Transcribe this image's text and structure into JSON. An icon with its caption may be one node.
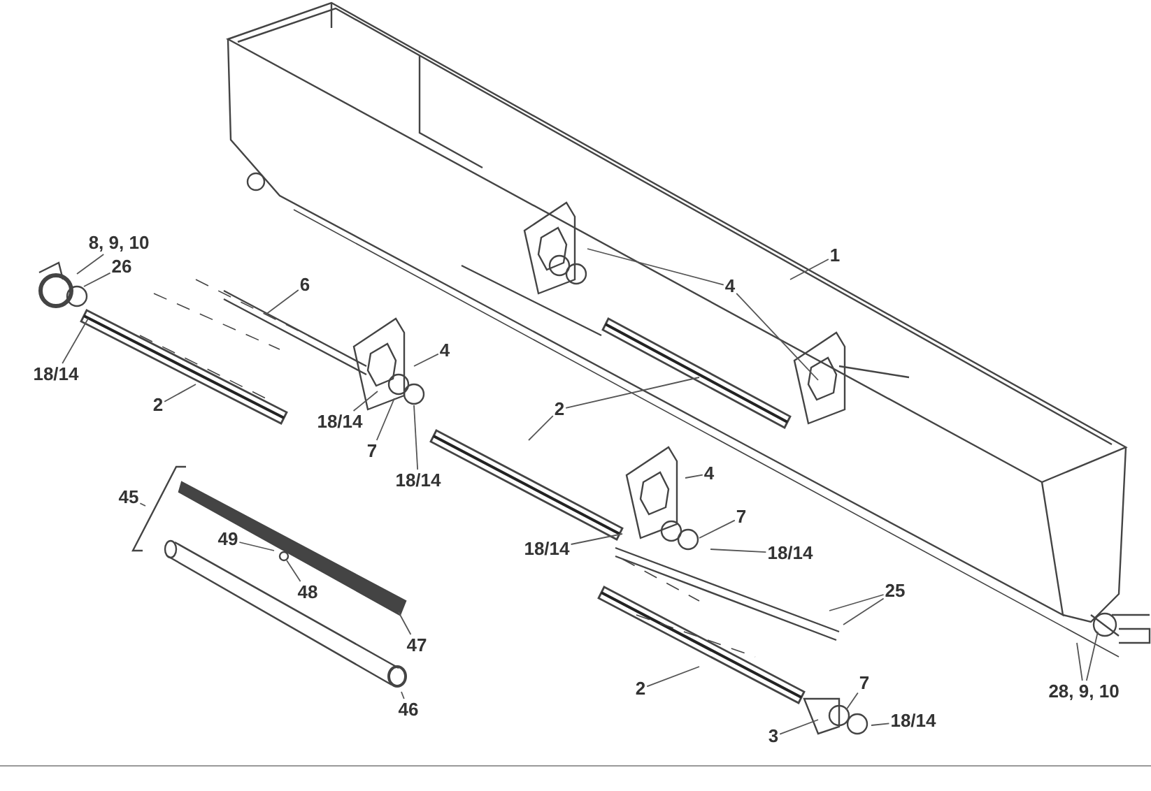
{
  "diagram": {
    "nodes": [
      {
        "text": [
          "1"
        ]
      },
      {
        "text": [
          "4"
        ]
      },
      {
        "text": [
          "4"
        ]
      },
      {
        "text": [
          "4"
        ]
      },
      {
        "text": [
          "8, 9, 10"
        ]
      },
      {
        "text": [
          "26"
        ]
      },
      {
        "text": [
          "6"
        ]
      },
      {
        "text": [
          "18/14"
        ]
      },
      {
        "text": [
          "2"
        ]
      },
      {
        "text": [
          "18/14"
        ]
      },
      {
        "text": [
          "7"
        ]
      },
      {
        "text": [
          "18/14"
        ]
      },
      {
        "text": [
          "2"
        ]
      },
      {
        "text": [
          "45"
        ]
      },
      {
        "text": [
          "18/14"
        ]
      },
      {
        "text": [
          "7"
        ]
      },
      {
        "text": [
          "18/14"
        ]
      },
      {
        "text": [
          "49"
        ]
      },
      {
        "text": [
          "48"
        ]
      },
      {
        "text": [
          "25"
        ]
      },
      {
        "text": [
          "47"
        ]
      },
      {
        "text": [
          "2"
        ]
      },
      {
        "text": [
          "7"
        ]
      },
      {
        "text": [
          "18/14"
        ]
      },
      {
        "text": [
          "46"
        ]
      },
      {
        "text": [
          "3"
        ]
      },
      {
        "text": [
          "28, 9, 10"
        ]
      }
    ],
    "edges": [
      {
        "from": 0,
        "to": null,
        "arrow": "none"
      },
      {
        "from": 1,
        "to": null,
        "arrow": "none"
      },
      {
        "from": 1,
        "to": null,
        "arrow": "none"
      },
      {
        "from": 2,
        "to": null,
        "arrow": "none"
      },
      {
        "from": 3,
        "to": null,
        "arrow": "none"
      },
      {
        "from": 4,
        "to": null,
        "arrow": "none"
      },
      {
        "from": 5,
        "to": null,
        "arrow": "none"
      },
      {
        "from": 6,
        "to": null,
        "arrow": "none"
      },
      {
        "from": 7,
        "to": null,
        "arrow": "none"
      },
      {
        "from": 8,
        "to": null,
        "arrow": "none"
      },
      {
        "from": 9,
        "to": null,
        "arrow": "none"
      },
      {
        "from": 10,
        "to": null,
        "arrow": "none"
      },
      {
        "from": 11,
        "to": null,
        "arrow": "none"
      },
      {
        "from": 12,
        "to": null,
        "arrow": "none"
      },
      {
        "from": 12,
        "to": null,
        "arrow": "none"
      },
      {
        "from": 13,
        "to": null,
        "arrow": "none"
      },
      {
        "from": 14,
        "to": null,
        "arrow": "none"
      },
      {
        "from": 15,
        "to": null,
        "arrow": "none"
      },
      {
        "from": 16,
        "to": null,
        "arrow": "none"
      },
      {
        "from": 17,
        "to": null,
        "arrow": "none"
      },
      {
        "from": 18,
        "to": null,
        "arrow": "none"
      },
      {
        "from": 19,
        "to": null,
        "arrow": "none"
      },
      {
        "from": 19,
        "to": null,
        "arrow": "none"
      },
      {
        "from": 20,
        "to": null,
        "arrow": "none"
      },
      {
        "from": 21,
        "to": null,
        "arrow": "none"
      },
      {
        "from": 22,
        "to": null,
        "arrow": "none"
      },
      {
        "from": 23,
        "to": null,
        "arrow": "none"
      },
      {
        "from": 24,
        "to": null,
        "arrow": "none"
      },
      {
        "from": 25,
        "to": null,
        "arrow": "none"
      },
      {
        "from": 26,
        "to": null,
        "arrow": "none"
      },
      {
        "from": 26,
        "to": null,
        "arrow": "none"
      }
    ]
  }
}
